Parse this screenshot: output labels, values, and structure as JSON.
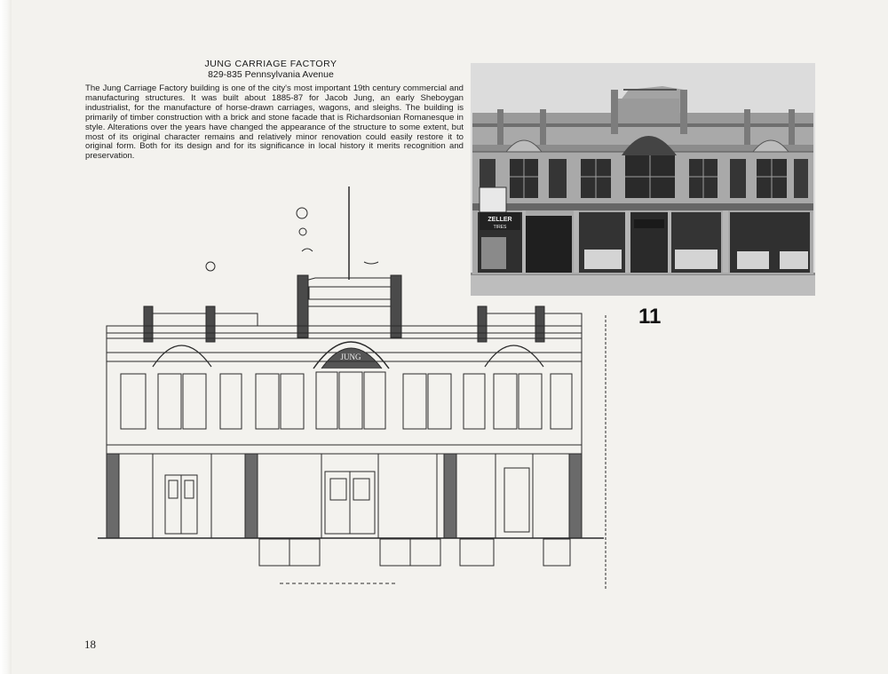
{
  "document": {
    "title": "JUNG CARRIAGE FACTORY",
    "address": "829-835 Pennsylvania Avenue",
    "paragraph": "The Jung Carriage Factory building is one of the city's most important 19th century commercial and manufacturing structures. It was built about 1885-87 for Jacob Jung, an early Sheboygan industrialist, for the manufacture of horse-drawn carriages, wagons, and sleighs. The building is primarily of timber construction with a brick and stone facade that is Richardsonian Romanesque in style. Alterations over the years have changed the appearance of the structure to some extent, but most of its original character remains and relatively minor renovation could easily restore it to original form. Both for its design and for its significance in local history it merits recognition and preservation.",
    "plate_number": "11",
    "page_number": "18"
  },
  "photo": {
    "store_sign": "ZELLER",
    "store_sign_sub": "TIRES"
  },
  "drawing": {
    "gable_name": "JUNG"
  }
}
